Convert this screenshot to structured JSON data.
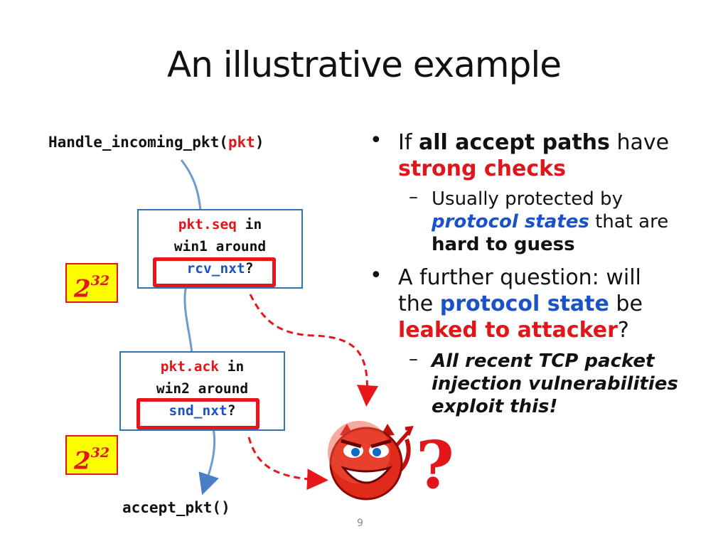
{
  "title": "An illustrative example",
  "flow": {
    "function_name": "Handle_incoming_pkt(",
    "function_param": "pkt",
    "function_close": ")",
    "check1": {
      "var": "pkt.seq",
      "kw_in": " in",
      "line2": "win1 around",
      "target": "rcv_nxt",
      "q": "?"
    },
    "check2": {
      "var": "pkt.ack",
      "kw_in": " in",
      "line2": "win2 around",
      "target": "snd_nxt",
      "q": "?"
    },
    "badge_base": "2",
    "badge_exp": "32",
    "end_call": "accept_pkt()"
  },
  "bullets": {
    "b1": {
      "pre": "If ",
      "bold": "all accept paths",
      "post": " have",
      "red": "strong checks"
    },
    "sub1": {
      "line1": "Usually protected by",
      "blue": "protocol states",
      "after_blue": " that are",
      "bold": "hard to guess"
    },
    "b2": {
      "line1": "A further question: will",
      "pre": "the ",
      "blue": "protocol state",
      "post": " be",
      "red": "leaked to attacker",
      "end": "?"
    },
    "sub2": {
      "line1": "All recent TCP packet",
      "line2": "injection vulnerabilities",
      "line3": "exploit this!"
    }
  },
  "question_mark": "?",
  "page_number": "9",
  "colors": {
    "accent_red": "#e0161b",
    "accent_blue": "#1a52c9",
    "box_border": "#2e74b5",
    "badge_fill": "#ffff00"
  },
  "icons": [
    "devil-face-icon"
  ]
}
